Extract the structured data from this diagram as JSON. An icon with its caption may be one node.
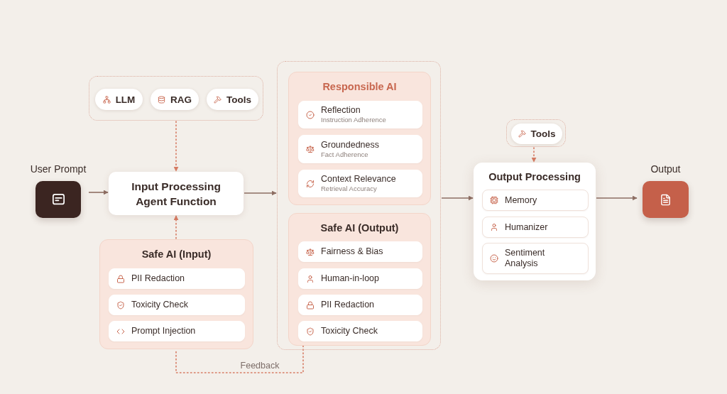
{
  "diagram": {
    "nodes": [
      {
        "text": [
          "User Prompt"
        ]
      },
      {
        "text": [],
        "shape": "box"
      },
      {
        "text": [
          "LLM"
        ],
        "in": 1
      },
      {
        "text": [
          "RAG"
        ],
        "in": 1
      },
      {
        "text": [
          "Tools"
        ],
        "in": 1
      },
      {
        "text": [
          "Input Processing Agent Function"
        ]
      },
      {
        "text": [
          "Safe AI (Input)"
        ]
      },
      {
        "text": [
          "PII Redaction"
        ],
        "in": 6
      },
      {
        "text": [
          "Toxicity Check"
        ],
        "in": 6
      },
      {
        "text": [
          "Prompt Injection"
        ],
        "in": 6
      },
      {
        "text": [],
        "shape": "box"
      },
      {
        "text": [
          "Responsible AI"
        ],
        "in": 10
      },
      {
        "text": [
          "Reflection",
          "Instruction Adherence"
        ],
        "in": 11
      },
      {
        "text": [
          "Groundedness",
          "Fact Adherence"
        ],
        "in": 11
      },
      {
        "text": [
          "Context Relevance",
          "Retrieval Accuracy"
        ],
        "in": 11
      },
      {
        "text": [
          "Safe AI (Output)"
        ],
        "in": 10
      },
      {
        "text": [
          "Fairness & Bias"
        ],
        "in": 15
      },
      {
        "text": [
          "Human-in-loop"
        ],
        "in": 15
      },
      {
        "text": [
          "PII Redaction"
        ],
        "in": 15
      },
      {
        "text": [
          "Toxicity Check"
        ],
        "in": 15
      },
      {
        "text": [],
        "shape": "box"
      },
      {
        "text": [
          "Tools"
        ],
        "in": 20
      },
      {
        "text": [
          "Output Processing"
        ]
      },
      {
        "text": [
          "Memory"
        ],
        "in": 22
      },
      {
        "text": [
          "Humanizer"
        ],
        "in": 22
      },
      {
        "text": [
          "Sentiment Analysis"
        ],
        "in": 22
      },
      {
        "text": [
          "Output"
        ]
      }
    ],
    "edges": [
      {
        "from": 0,
        "to": 5,
        "arrow": "to"
      },
      {
        "from": 1,
        "to": 5,
        "arrow": "to",
        "style": "dashed",
        "color": "#d67b63"
      },
      {
        "from": 6,
        "to": 5,
        "arrow": "to",
        "style": "dashed",
        "color": "#d67b63"
      },
      {
        "from": 15,
        "to": 6,
        "arrow": "none",
        "label": "Feedback",
        "style": "dashed",
        "color": "#d67b63"
      },
      {
        "from": 5,
        "to": 10,
        "arrow": "to"
      },
      {
        "from": 10,
        "to": 22,
        "arrow": "to"
      },
      {
        "from": 20,
        "to": 22,
        "arrow": "to",
        "style": "dashed",
        "color": "#d67b63"
      },
      {
        "from": 22,
        "to": 26,
        "arrow": "to"
      }
    ]
  }
}
